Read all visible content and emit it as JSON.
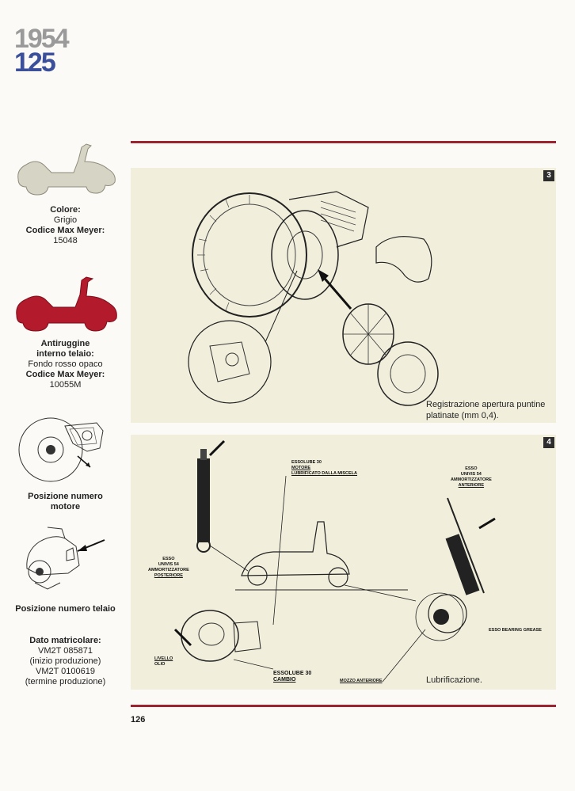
{
  "header": {
    "year": "1954",
    "model": "125"
  },
  "sidebar": {
    "color_block": {
      "label1": "Colore:",
      "value1": "Grigio",
      "label2": "Codice Max Meyer:",
      "value2": "15048"
    },
    "rust_block": {
      "label1": "Antiruggine",
      "label1b": "interno telaio:",
      "value1": "Fondo rosso opaco",
      "label2": "Codice Max Meyer:",
      "value2": "10055M"
    },
    "engine_caption": "Posizione numero motore",
    "frame_caption": "Posizione numero telaio",
    "serial": {
      "label": "Dato matricolare:",
      "line1": "VM2T 085871",
      "line2": "(inizio produzione)",
      "line3": "VM2T 0100619",
      "line4": "(termine produzione)"
    }
  },
  "figure3": {
    "number": "3",
    "caption_line1": "Registrazione apertura puntine",
    "caption_line2": "platinate (mm 0,4)."
  },
  "figure4": {
    "number": "4",
    "caption": "Lubrificazione.",
    "labels": {
      "motore_1": "ESSOLUBE 30",
      "motore_2": "MOTORE",
      "motore_3": "LUBRIFICATO DALLA MISCELA",
      "post_1": "ESSO",
      "post_2": "UNIVIS 54",
      "post_3": "AMMORTIZZATORE",
      "post_4": "POSTERIORE",
      "ant_1": "ESSO",
      "ant_2": "UNIVIS 54",
      "ant_3": "AMMORTIZZATORE",
      "ant_4": "ANTERIORE",
      "bearing": "ESSO BEARING GREASE",
      "livello_1": "LIVELLO",
      "livello_2": "OLIO",
      "cambio_1": "ESSOLUBE 30",
      "cambio_2": "CAMBIO",
      "mozzo": "MOZZO ANTERIORE"
    }
  },
  "footer": {
    "page_number": "126"
  },
  "colors": {
    "accent_red": "#9d2331",
    "model_blue": "#3c4f9b",
    "panel_bg": "#f1efdc",
    "gray_scooter": "#d6d4c4",
    "red_scooter": "#b31a2c"
  }
}
